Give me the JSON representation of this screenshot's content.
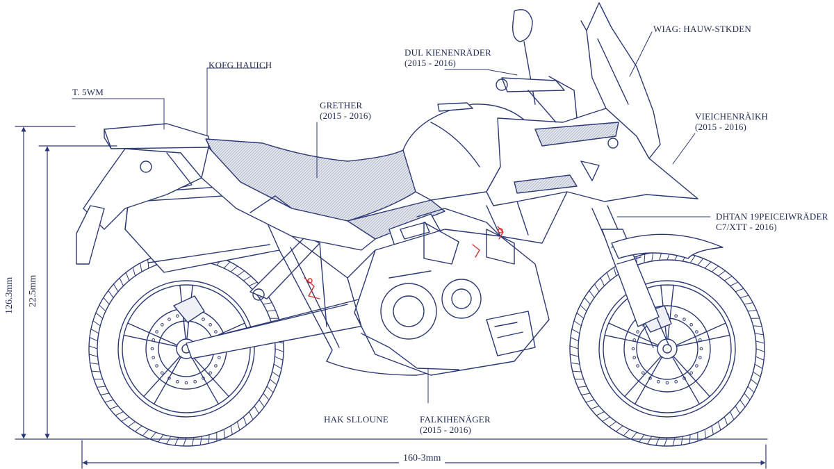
{
  "colors": {
    "ink": "#1f2a52",
    "line": "#2b3875",
    "seat": "#c9ccd6",
    "accent": "#d32f2f",
    "paper": "#ffffff"
  },
  "callouts": {
    "rack": "T. 5WM",
    "seat_rear": "KOFG HAUICH",
    "seat": {
      "line1": "GRETHER",
      "line2": "(2015 - 2016)"
    },
    "bars": {
      "line1": "DUL KIENENRÄDER",
      "line2": "(2015 - 2016)"
    },
    "screen": "WIAG: HAUW-STKDEN",
    "fairing": {
      "line1": "VIEICHENRÄIKH",
      "line2": "(2015 - 2016)"
    },
    "fork": {
      "line1": "DHTAN 19PEICEIWRÄDER",
      "line2": "C7/XTT - 2016)"
    },
    "exhaust": "HAK SLLOUNE",
    "engine": {
      "line1": "FALKIHENÄGER",
      "line2": "(2015 - 2016)"
    }
  },
  "dimensions": {
    "height_total": "126.3mm",
    "height_seat": "22.5mm",
    "length": "160-3mm"
  },
  "icons": [
    "motorcycle-drawing",
    "brake-disc-icon",
    "dimension-arrow-icon"
  ]
}
